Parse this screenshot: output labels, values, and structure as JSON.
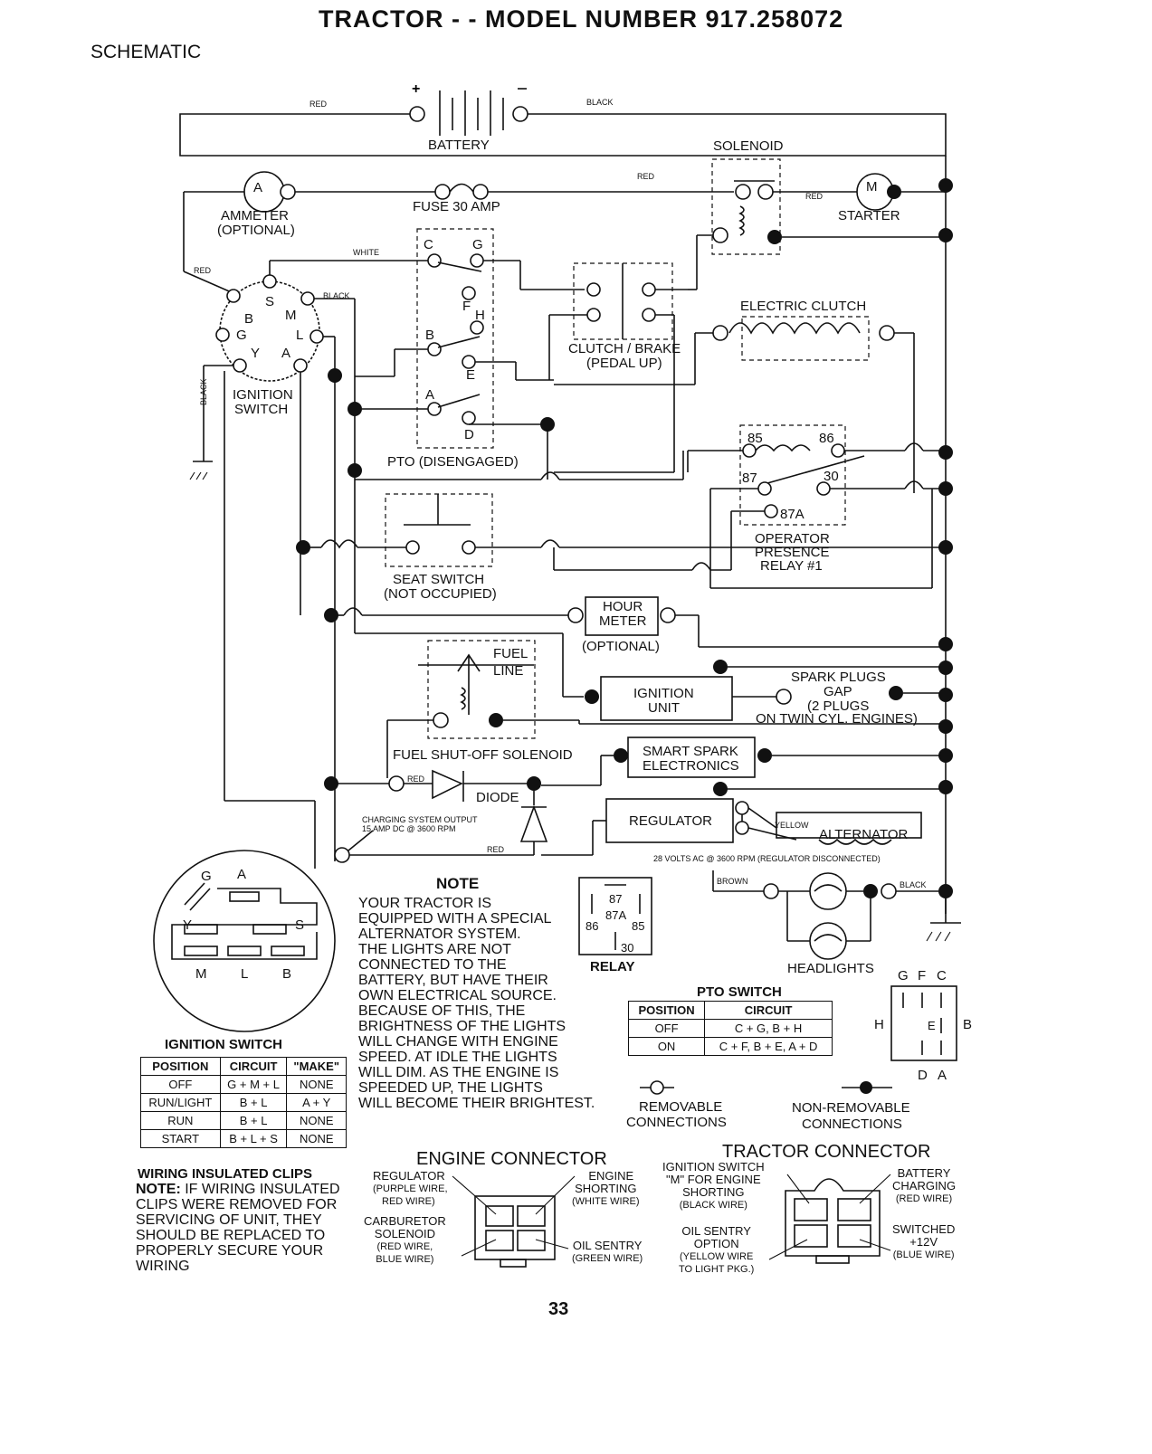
{
  "header": {
    "title": "TRACTOR - - MODEL NUMBER 917.258072",
    "section": "SCHEMATIC"
  },
  "wire_colors": {
    "red1": "RED",
    "black1": "BLACK",
    "red2": "RED",
    "red3": "RED",
    "white": "WHITE",
    "red4": "RED",
    "black2": "BLACK",
    "black3": "BLACK",
    "red5": "RED",
    "red6": "RED",
    "yellow": "YELLOW",
    "brown": "BROWN",
    "black4": "BLACK"
  },
  "components": {
    "battery": "BATTERY",
    "solenoid": "SOLENOID",
    "ammeter_symbol": "A",
    "ammeter": "AMMETER",
    "ammeter_opt": "(OPTIONAL)",
    "fuse": "FUSE 30 AMP",
    "starter_symbol": "M",
    "starter": "STARTER",
    "ignition_switch_1": "IGNITION",
    "ignition_switch_2": "SWITCH",
    "ign_terms": {
      "s": "S",
      "b": "B",
      "m": "M",
      "g": "G",
      "l": "L",
      "y": "Y",
      "a": "A"
    },
    "pto_terms": {
      "c": "C",
      "g": "G",
      "f": "F",
      "h": "H",
      "b": "B",
      "e": "E",
      "a": "A",
      "d": "D"
    },
    "pto_disengaged": "PTO (DISENGAGED)",
    "clutch_brake_1": "CLUTCH / BRAKE",
    "clutch_brake_2": "(PEDAL UP)",
    "electric_clutch": "ELECTRIC CLUTCH",
    "relay_terms": {
      "t85": "85",
      "t86": "86",
      "t87": "87",
      "t30": "30",
      "t87a": "87A"
    },
    "op_relay_1": "OPERATOR",
    "op_relay_2": "PRESENCE",
    "op_relay_3": "RELAY #1",
    "seat_switch_1": "SEAT SWITCH",
    "seat_switch_2": "(NOT OCCUPIED)",
    "hour_meter_1": "HOUR",
    "hour_meter_2": "METER",
    "hour_meter_opt": "(OPTIONAL)",
    "fuel_1": "FUEL",
    "fuel_2": "LINE",
    "fuel_solenoid": "FUEL SHUT-OFF SOLENOID",
    "ignition_unit_1": "IGNITION",
    "ignition_unit_2": "UNIT",
    "spark_plugs_1": "SPARK PLUGS",
    "spark_plugs_2": "GAP",
    "spark_plugs_3": "(2 PLUGS",
    "spark_plugs_4": "ON TWIN CYL. ENGINES)",
    "smart_spark_1": "SMART SPARK",
    "smart_spark_2": "ELECTRONICS",
    "diode": "DIODE",
    "charging_1": "CHARGING SYSTEM OUTPUT",
    "charging_2": "15 AMP DC @ 3600 RPM",
    "regulator": "REGULATOR",
    "alternator": "ALTERNATOR",
    "alt_volts": "28 VOLTS AC @ 3600 RPM (REGULATOR DISCONNECTED)",
    "headlights": "HEADLIGHTS"
  },
  "ignition_switch_diagram": {
    "terms": {
      "g": "G",
      "a": "A",
      "y": "Y",
      "s": "S",
      "m": "M",
      "l": "L",
      "b": "B"
    },
    "title": "IGNITION SWITCH"
  },
  "ignition_table": {
    "headers": [
      "POSITION",
      "CIRCUIT",
      "\"MAKE\""
    ],
    "rows": [
      [
        "OFF",
        "G + M + L",
        "NONE"
      ],
      [
        "RUN/LIGHT",
        "B + L",
        "A + Y"
      ],
      [
        "RUN",
        "B + L",
        "NONE"
      ],
      [
        "START",
        "B + L + S",
        "NONE"
      ]
    ]
  },
  "note": {
    "title": "NOTE",
    "lines": [
      "YOUR TRACTOR IS",
      "EQUIPPED WITH A SPECIAL",
      "ALTERNATOR SYSTEM.",
      "THE LIGHTS ARE NOT",
      "CONNECTED TO THE",
      "BATTERY, BUT HAVE THEIR",
      "OWN ELECTRICAL SOURCE.",
      "BECAUSE OF THIS, THE",
      "BRIGHTNESS OF THE LIGHTS",
      "WILL CHANGE WITH ENGINE",
      "SPEED.  AT IDLE THE LIGHTS",
      "WILL DIM.  AS THE ENGINE IS",
      "SPEEDED UP, THE LIGHTS",
      "WILL BECOME THEIR BRIGHTEST."
    ]
  },
  "relay_legend": {
    "t87": "87",
    "t87a": "87A",
    "t86": "86",
    "t85": "85",
    "t30": "30",
    "title": "RELAY"
  },
  "pto_switch": {
    "title": "PTO SWITCH",
    "headers": [
      "POSITION",
      "CIRCUIT"
    ],
    "rows": [
      [
        "OFF",
        "C + G, B + H"
      ],
      [
        "ON",
        "C + F, B + E, A + D"
      ]
    ]
  },
  "pto_diagram_terms": {
    "g": "G",
    "f": "F",
    "c": "C",
    "h": "H",
    "e": "E",
    "b": "B",
    "d": "D",
    "a": "A"
  },
  "legend": {
    "removable_1": "REMOVABLE",
    "removable_2": "CONNECTIONS",
    "nonremovable_1": "NON-REMOVABLE",
    "nonremovable_2": "CONNECTIONS"
  },
  "clips": {
    "title": "WIRING INSULATED CLIPS",
    "note_label": "NOTE:",
    "lines": [
      "IF WIRING INSULATED",
      "CLIPS WERE REMOVED FOR",
      "SERVICING OF UNIT, THEY",
      "SHOULD BE REPLACED TO",
      "PROPERLY SECURE YOUR",
      "WIRING"
    ]
  },
  "engine_connector": {
    "title": "ENGINE CONNECTOR",
    "regulator": [
      "REGULATOR",
      "(PURPLE WIRE,",
      "RED WIRE)"
    ],
    "carburetor": [
      "CARBURETOR",
      "SOLENOID",
      "(RED WIRE,",
      "BLUE WIRE)"
    ],
    "shorting": [
      "ENGINE",
      "SHORTING",
      "(WHITE WIRE)"
    ],
    "oil": [
      "OIL SENTRY",
      "(GREEN WIRE)"
    ]
  },
  "tractor_connector": {
    "title": "TRACTOR CONNECTOR",
    "ignition": [
      "IGNITION SWITCH",
      "\"M\" FOR ENGINE",
      "SHORTING",
      "(BLACK WIRE)"
    ],
    "oil": [
      "OIL SENTRY",
      "OPTION",
      "(YELLOW WIRE",
      "TO LIGHT PKG.)"
    ],
    "battery": [
      "BATTERY",
      "CHARGING",
      "(RED WIRE)"
    ],
    "switched": [
      "SWITCHED",
      "+12V",
      "(BLUE WIRE)"
    ]
  },
  "page_number": "33"
}
